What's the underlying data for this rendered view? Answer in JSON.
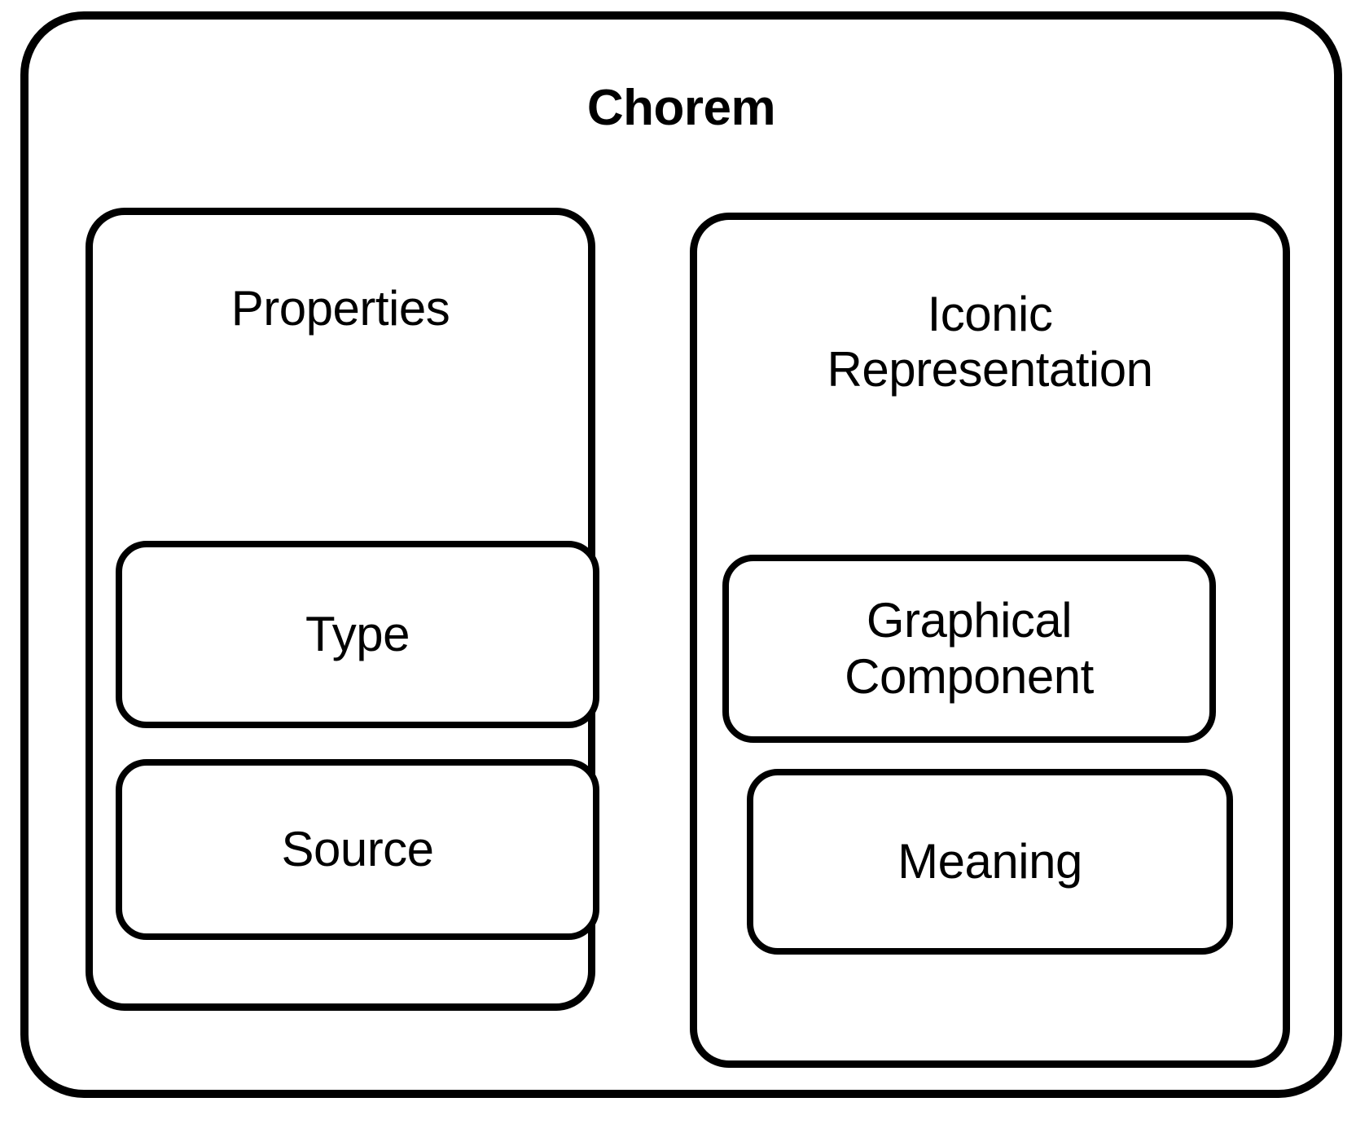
{
  "diagram": {
    "type": "nested-box-hierarchy",
    "title": "Chorem",
    "colors": {
      "stroke": "#000000",
      "fill": "#ffffff",
      "text": "#000000"
    },
    "root": {
      "label": "Chorem",
      "children": [
        {
          "label": "Properties",
          "children": [
            {
              "label": "Type"
            },
            {
              "label": "Source"
            }
          ]
        },
        {
          "label": "Iconic\nRepresentation",
          "children": [
            {
              "label": "Graphical\nComponent"
            },
            {
              "label": "Meaning"
            }
          ]
        }
      ]
    },
    "nodes": {
      "chorem": "Chorem",
      "properties": "Properties",
      "iconic_representation": "Iconic\nRepresentation",
      "type": "Type",
      "source": "Source",
      "graphical_component": "Graphical\nComponent",
      "meaning": "Meaning"
    }
  }
}
